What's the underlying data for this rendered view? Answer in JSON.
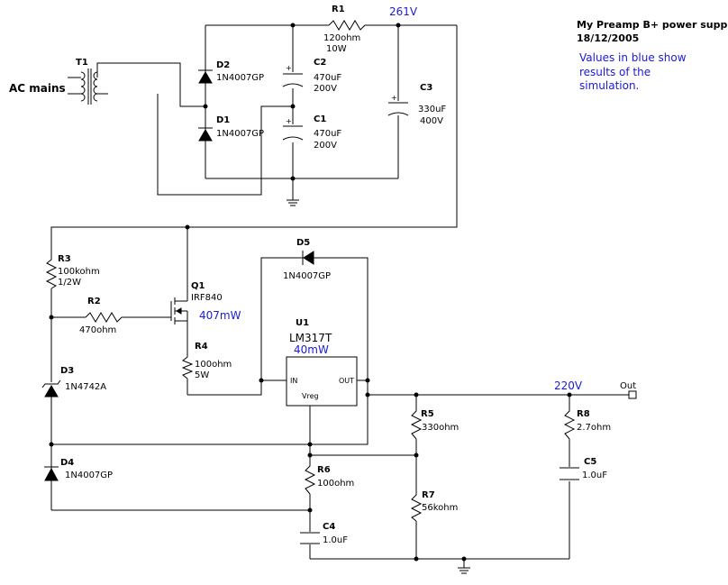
{
  "title": {
    "line1": "My Preamp B+ power supply",
    "line2": "18/12/2005"
  },
  "note": {
    "line1": "Values in blue show",
    "line2": "results of the",
    "line3": "simulation."
  },
  "ac_mains": "AC mains",
  "components": {
    "T1": {
      "ref": "T1"
    },
    "D2": {
      "ref": "D2",
      "value": "1N4007GP"
    },
    "D1": {
      "ref": "D1",
      "value": "1N4007GP"
    },
    "C2": {
      "ref": "C2",
      "value": "470uF",
      "rating": "200V"
    },
    "C1": {
      "ref": "C1",
      "value": "470uF",
      "rating": "200V"
    },
    "R1": {
      "ref": "R1",
      "value": "120ohm",
      "rating": "10W"
    },
    "C3": {
      "ref": "C3",
      "value": "330uF",
      "rating": "400V"
    },
    "R3": {
      "ref": "R3",
      "value": "100kohm",
      "rating": "1/2W"
    },
    "R2": {
      "ref": "R2",
      "value": "470ohm"
    },
    "Q1": {
      "ref": "Q1",
      "value": "IRF840"
    },
    "R4": {
      "ref": "R4",
      "value": "100ohm",
      "rating": "5W"
    },
    "D5": {
      "ref": "D5",
      "value": "1N4007GP"
    },
    "U1": {
      "ref": "U1",
      "value": "LM317T",
      "pin_in": "IN",
      "pin_out": "OUT",
      "pin_adj": "Vreg"
    },
    "D3": {
      "ref": "D3",
      "value": "1N4742A"
    },
    "D4": {
      "ref": "D4",
      "value": "1N4007GP"
    },
    "R5": {
      "ref": "R5",
      "value": "330ohm"
    },
    "R6": {
      "ref": "R6",
      "value": "100ohm"
    },
    "R7": {
      "ref": "R7",
      "value": "56kohm"
    },
    "C4": {
      "ref": "C4",
      "value": "1.0uF"
    },
    "R8": {
      "ref": "R8",
      "value": "2.7ohm"
    },
    "C5": {
      "ref": "C5",
      "value": "1.0uF"
    }
  },
  "simulation": {
    "v_c3": "261V",
    "p_q1": "407mW",
    "p_u1": "40mW",
    "v_out": "220V"
  },
  "out_label": "Out",
  "colors": {
    "simulation_text": "#1a1ad6",
    "wire": "#000000",
    "background": "#ffffff"
  }
}
